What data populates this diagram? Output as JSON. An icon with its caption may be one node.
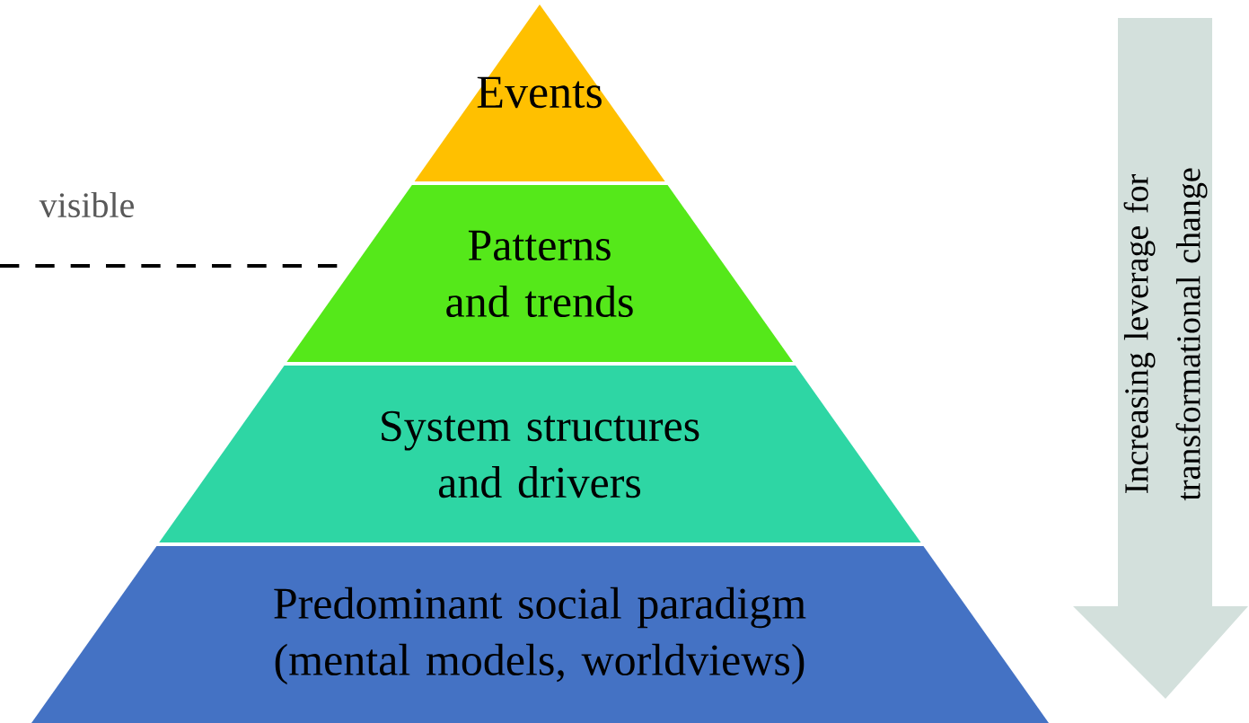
{
  "diagram": {
    "nodes": [
      {
        "text": [
          "Events"
        ]
      },
      {
        "text": [
          "Patterns and trends"
        ]
      },
      {
        "text": [
          "System structures and drivers"
        ]
      },
      {
        "text": [
          "Predominant social paradigm (mental models, worldviews)"
        ]
      },
      {
        "text": [
          "Increasing leverage for transformational change"
        ]
      }
    ],
    "edges": [],
    "labels": [
      "visible"
    ]
  }
}
